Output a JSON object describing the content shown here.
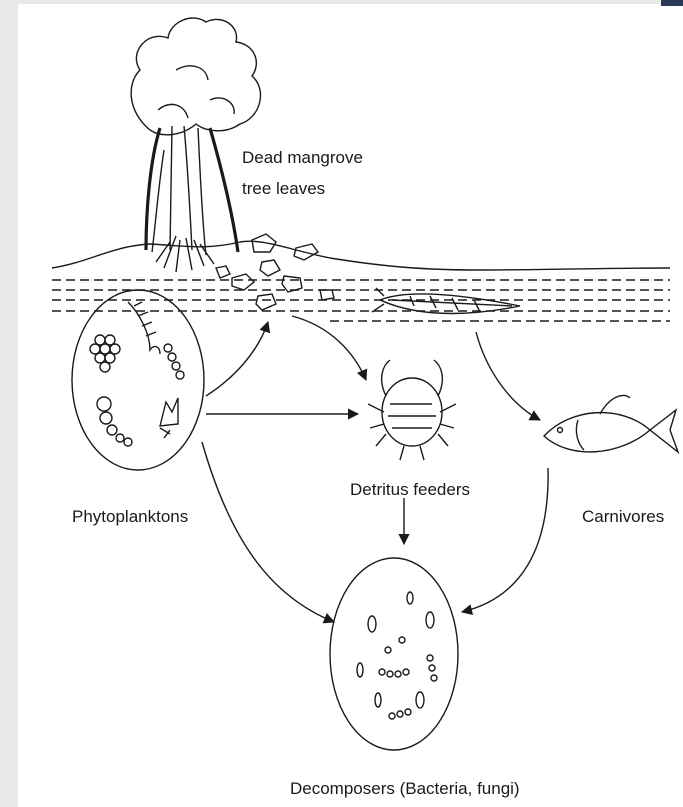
{
  "labels": {
    "dead_leaves_line1": "Dead mangrove",
    "dead_leaves_line2": "tree leaves",
    "phytoplanktons": "Phytoplanktons",
    "detritus_feeders": "Detritus feeders",
    "carnivores": "Carnivores",
    "decomposers": "Decomposers (Bacteria, fungi)"
  },
  "colors": {
    "ink": "#1a1a1a",
    "frame": "#e9e9ec",
    "corner_tab": "#2b3b55"
  }
}
